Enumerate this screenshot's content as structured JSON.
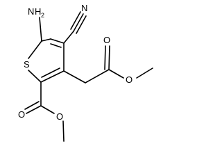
{
  "molecule": {
    "atom_labels": {
      "amino": "NH2",
      "amino_base": "N",
      "amino_h": "H",
      "amino_sub": "2",
      "nitrile_n": "N",
      "ring_sulfur": "S",
      "ester1_carbonyl_o": "O",
      "ester1_ether_o": "O",
      "ester2_carbonyl_o": "O",
      "ester2_ether_o": "O"
    }
  }
}
